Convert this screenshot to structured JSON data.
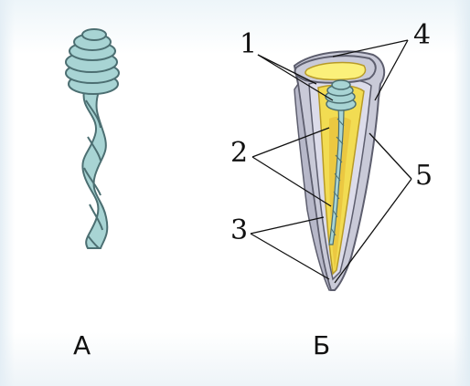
{
  "figure_a": {
    "caption": "А"
  },
  "figure_b": {
    "caption": "Б",
    "labels": [
      {
        "number": "1"
      },
      {
        "number": "2"
      },
      {
        "number": "3"
      },
      {
        "number": "4"
      },
      {
        "number": "5"
      }
    ]
  },
  "colors": {
    "thread": "#a8d4d4",
    "thread_stroke": "#4c6f72",
    "enamel_outer": "#c9cad8",
    "enamel_stroke": "#5d5e6e",
    "dentin": "#d8d8e6",
    "pulp_fill": "#f2dc52",
    "pulp_top": "#fbf07a",
    "canal": "#e5b833"
  },
  "icons": [
    "thread-coil-icon",
    "tooth-cross-section-icon"
  ]
}
